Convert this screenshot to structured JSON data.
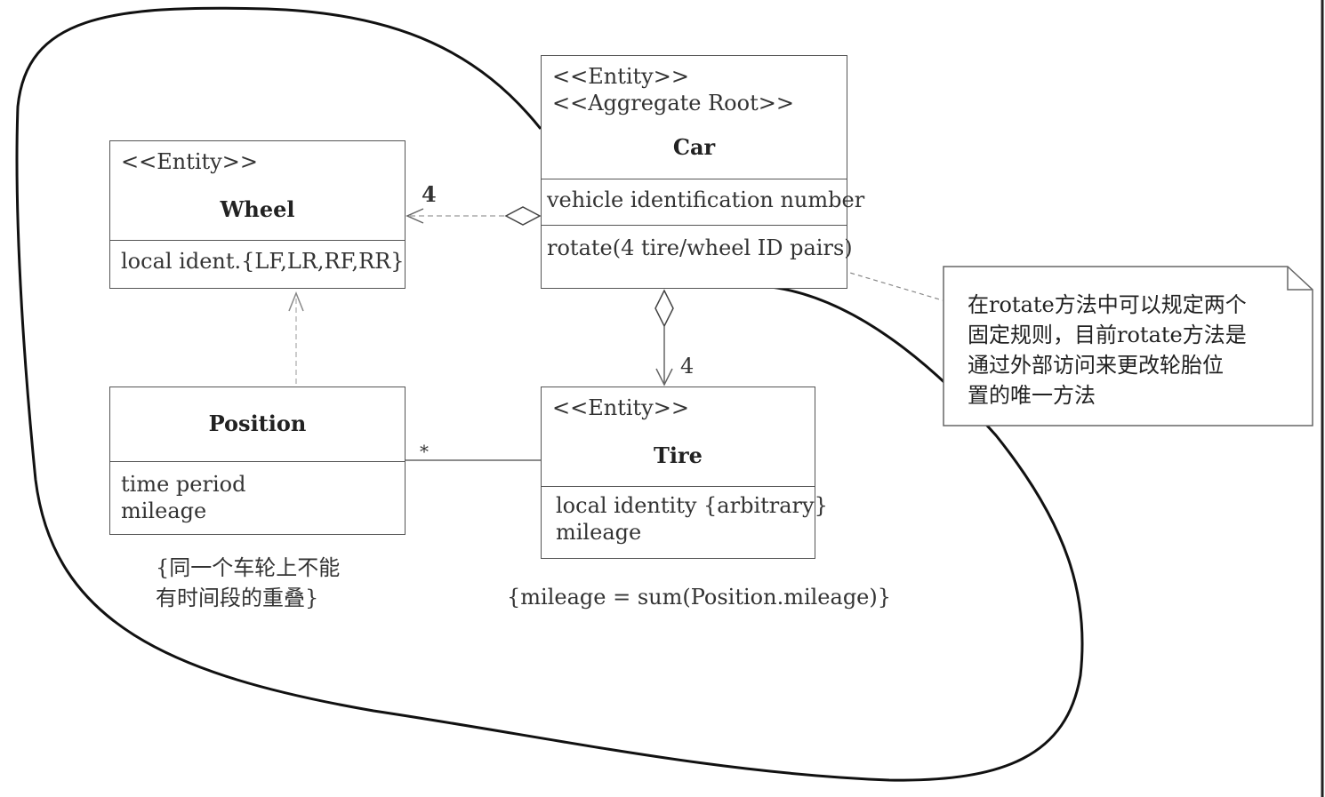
{
  "classes": {
    "car": {
      "stereotypes": [
        "<<Entity>>",
        "<<Aggregate Root>>"
      ],
      "name": "Car",
      "attributes": [
        "vehicle identification number"
      ],
      "operations": [
        "rotate(4 tire/wheel ID pairs)"
      ]
    },
    "wheel": {
      "stereotypes": [
        "<<Entity>>"
      ],
      "name": "Wheel",
      "attributes": [
        "local ident.{LF,LR,RF,RR}"
      ]
    },
    "position": {
      "name": "Position",
      "attributes": [
        "time period",
        "mileage"
      ]
    },
    "tire": {
      "stereotypes": [
        "<<Entity>>"
      ],
      "name": "Tire",
      "attributes": [
        "local identity {arbitrary}",
        "mileage"
      ]
    }
  },
  "multiplicities": {
    "car_wheel": "4",
    "car_tire": "4",
    "position_tire": "*"
  },
  "constraints": {
    "position": [
      "{同一个车轮上不能",
      "有时间段的重叠}"
    ],
    "tire": "{mileage = sum(Position.mileage)}"
  },
  "note": {
    "lines": [
      "在rotate方法中可以规定两个",
      "固定规则，目前rotate方法是",
      "通过外部访问来更改轮胎位",
      "置的唯一方法"
    ]
  }
}
